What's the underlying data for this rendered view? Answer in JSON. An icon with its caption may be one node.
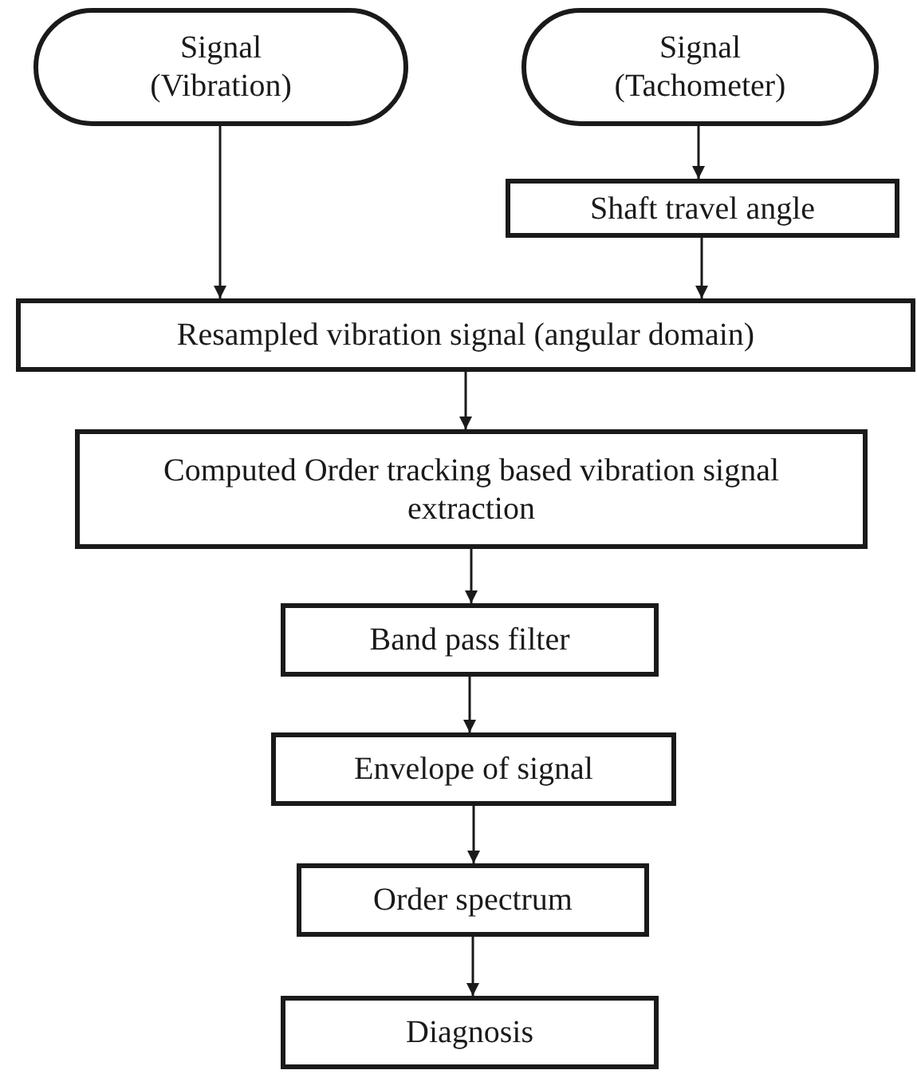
{
  "diagram": {
    "nodes": [
      {
        "text": [
          "Signal (Vibration)"
        ]
      },
      {
        "text": [
          "Signal (Tachometer)"
        ]
      },
      {
        "text": [
          "Shaft travel angle"
        ]
      },
      {
        "text": [
          "Resampled vibration signal (angular domain)"
        ]
      },
      {
        "text": [
          "Computed Order tracking based vibration signal extraction"
        ]
      },
      {
        "text": [
          "Band pass filter"
        ]
      },
      {
        "text": [
          "Envelope of signal"
        ]
      },
      {
        "text": [
          "Order spectrum"
        ]
      },
      {
        "text": [
          "Diagnosis"
        ]
      }
    ],
    "edges": [
      {
        "from": 0,
        "to": 3,
        "arrow": "to"
      },
      {
        "from": 1,
        "to": 2,
        "arrow": "to"
      },
      {
        "from": 2,
        "to": 3,
        "arrow": "to"
      },
      {
        "from": 3,
        "to": 4,
        "arrow": "to"
      },
      {
        "from": 4,
        "to": 5,
        "arrow": "to"
      },
      {
        "from": 5,
        "to": 6,
        "arrow": "to"
      },
      {
        "from": 6,
        "to": 7,
        "arrow": "to"
      },
      {
        "from": 7,
        "to": 8,
        "arrow": "to"
      }
    ]
  }
}
